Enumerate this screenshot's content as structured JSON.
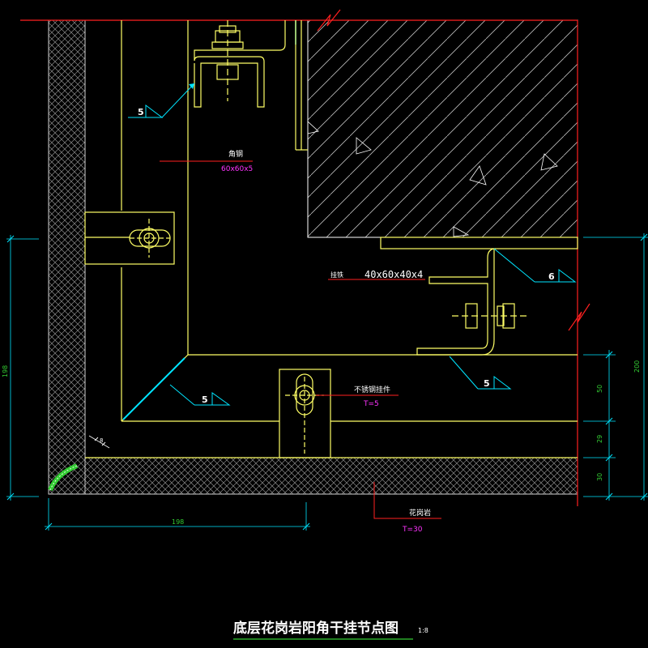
{
  "title": "底层花岗岩阳角干挂节点图",
  "scale": "1:8",
  "labels": {
    "angle_steel_name": "角钢",
    "angle_steel_size": "60x60x5",
    "hanger_name": "挂铁",
    "hanger_size": "40x60x40x4",
    "stainless_name": "不锈钢挂件",
    "stainless_thickness": "T=5",
    "granite_name": "花岗岩",
    "granite_thickness": "T=30"
  },
  "weld_symbols": {
    "top_left": "5",
    "right": "6",
    "bottom_right": "5",
    "bottom_left": "5"
  },
  "dimensions": {
    "left_vertical": "198",
    "bottom_horizontal": "198",
    "right_total": "200",
    "right_50": "50",
    "right_29": "29",
    "right_30": "30",
    "gap": "8"
  },
  "colors": {
    "background": "#000000",
    "outline": "#ffff66",
    "red": "#ff2020",
    "cyan": "#00e5ff",
    "magenta": "#ff33ff",
    "white": "#ffffff",
    "green": "#33cc33"
  }
}
